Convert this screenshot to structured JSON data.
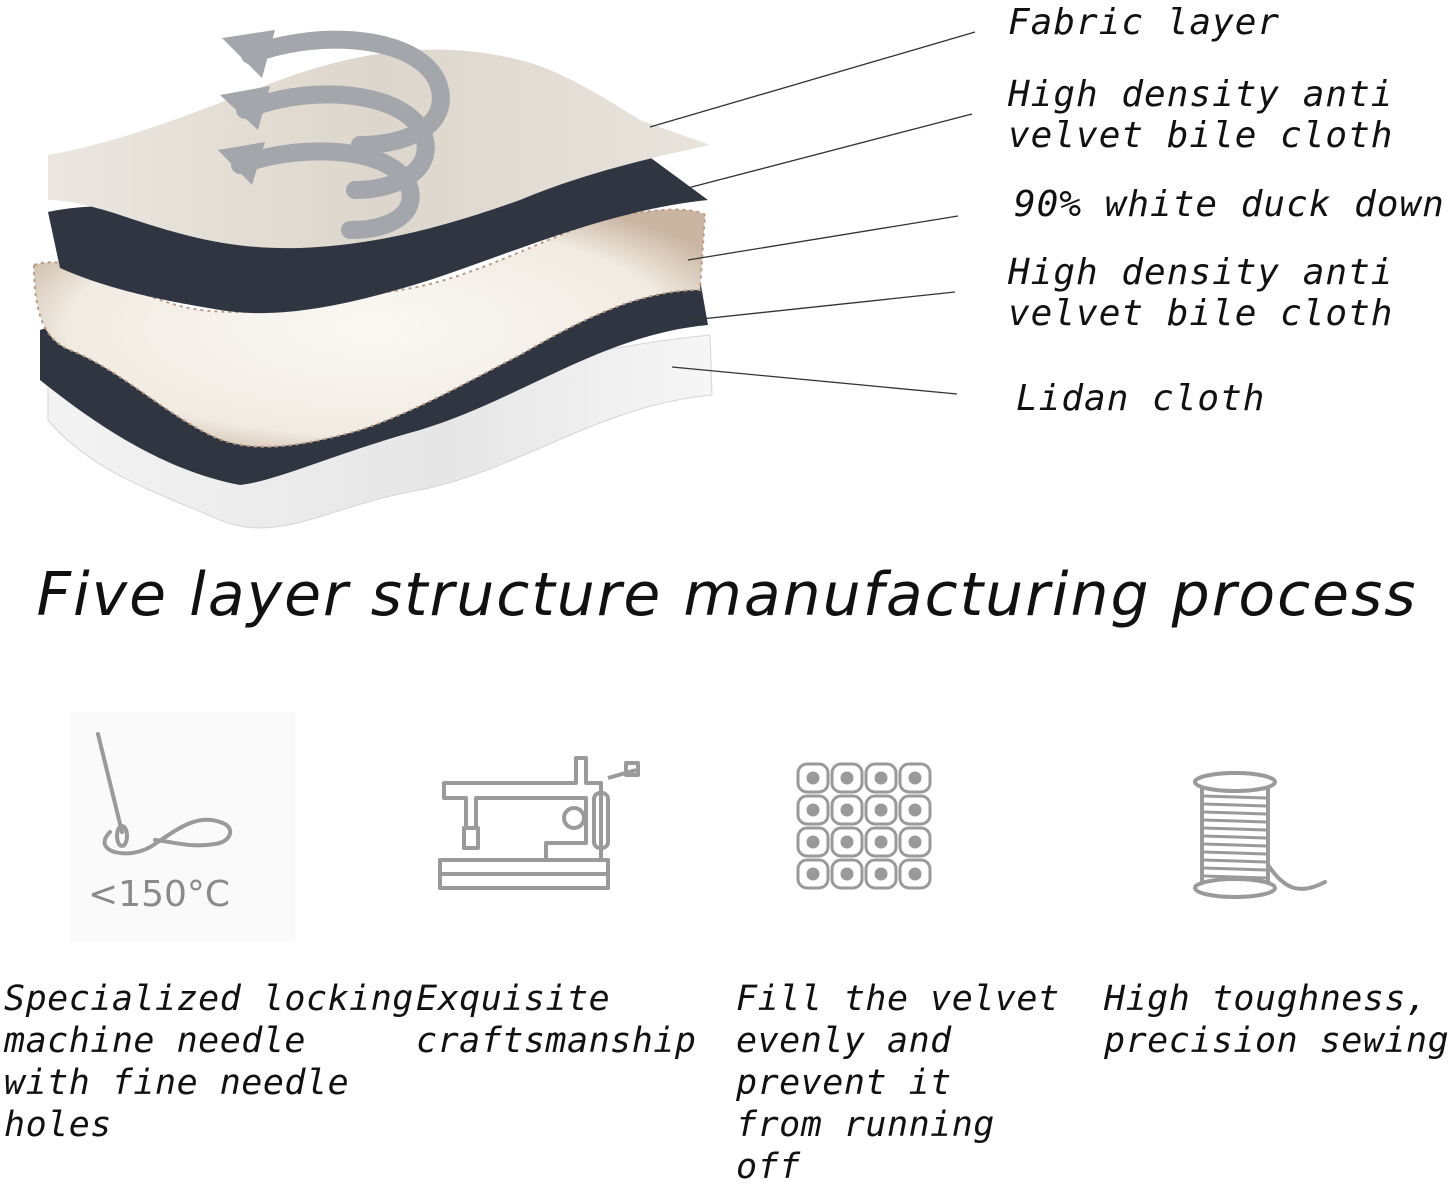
{
  "layers": [
    {
      "label": "Fabric layer"
    },
    {
      "label": "High density anti\nvelvet bile cloth"
    },
    {
      "label": "90% white duck down"
    },
    {
      "label": "High density anti\nvelvet bile cloth"
    },
    {
      "label": "Lidan cloth"
    }
  ],
  "title": "Five layer structure manufacturing process",
  "features": [
    {
      "icon": "needle-thread-icon",
      "icon_text": "<150°C",
      "text": "Specialized locking\nmachine needle\nwith fine needle\nholes"
    },
    {
      "icon": "sewing-machine-icon",
      "text": "Exquisite\ncraftsmanship"
    },
    {
      "icon": "quilted-grid-icon",
      "text": "Fill the velvet\nevenly and\nprevent it\nfrom running\noff"
    },
    {
      "icon": "thread-spool-icon",
      "text": "High toughness,\nprecision sewing"
    }
  ],
  "colors": {
    "fabric": "#e2ddd5",
    "navy": "#2f3642",
    "down": "#f6f2ec",
    "lidan": "#ececec",
    "arrow": "#a3a6ab",
    "icon_stroke": "#9a9a9a"
  }
}
